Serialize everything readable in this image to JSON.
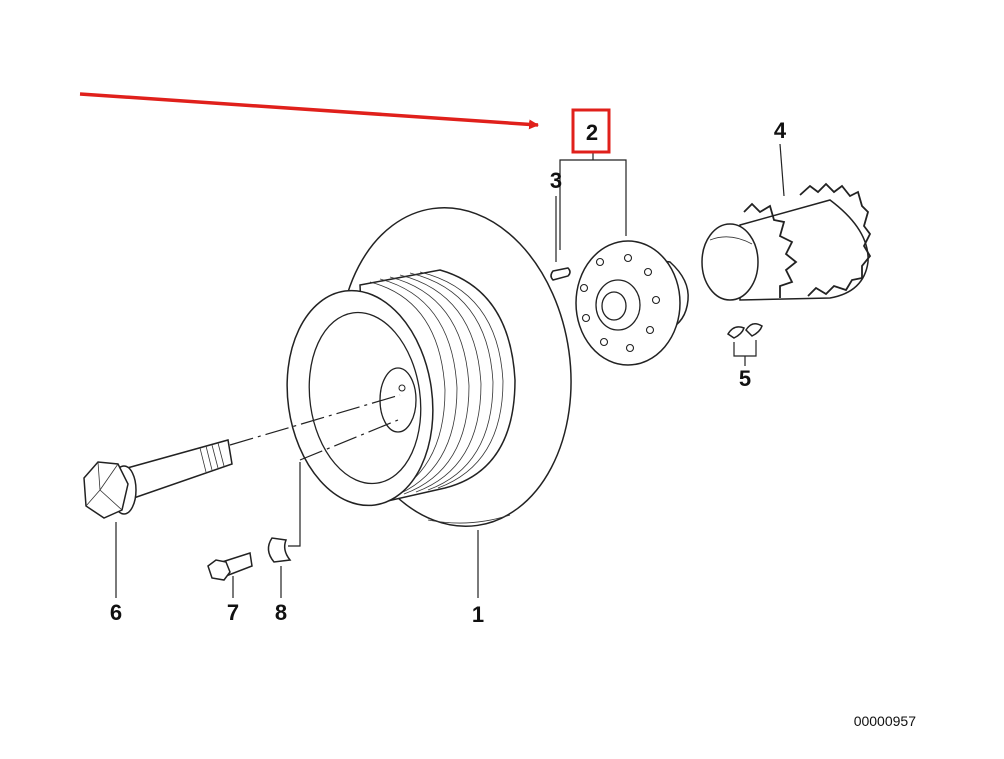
{
  "labels": {
    "p1": "1",
    "p2": "2",
    "p3": "3",
    "p4": "4",
    "p5": "5",
    "p6": "6",
    "p7": "7",
    "p8": "8"
  },
  "reference_number": "00000957",
  "colors": {
    "highlight": "#e0201b",
    "line": "#222222",
    "background": "#ffffff"
  }
}
